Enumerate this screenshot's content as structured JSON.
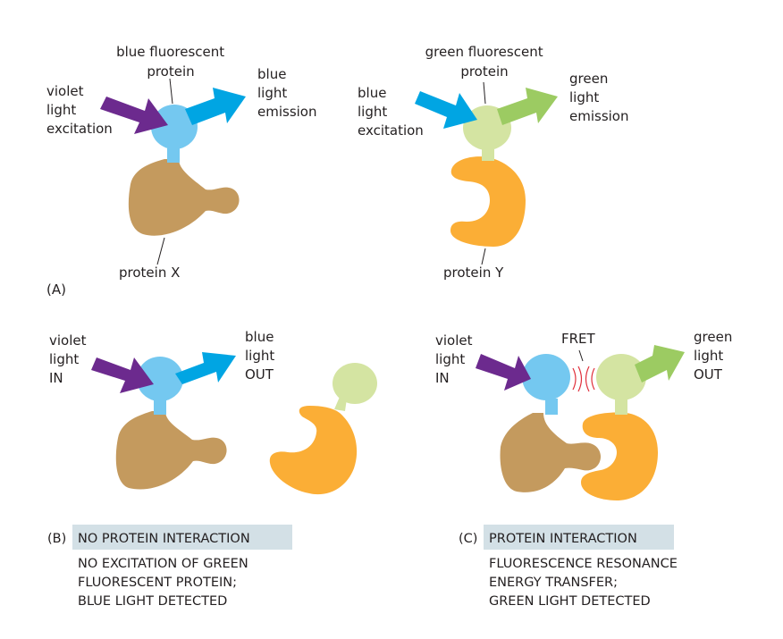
{
  "panelA": {
    "label": "(A)",
    "left": {
      "fp_label": [
        "blue fluorescent",
        "protein"
      ],
      "excitation_label": [
        "violet",
        "light",
        "excitation"
      ],
      "emission_label": [
        "blue",
        "light",
        "emission"
      ],
      "protein_label": "protein X"
    },
    "right": {
      "fp_label": [
        "green fluorescent",
        "protein"
      ],
      "excitation_label": [
        "blue",
        "light",
        "excitation"
      ],
      "emission_label": [
        "green",
        "light",
        "emission"
      ],
      "protein_label": "protein Y"
    }
  },
  "panelB": {
    "label": "(B)",
    "in_label": [
      "violet",
      "light",
      "IN"
    ],
    "out_label": [
      "blue",
      "light",
      "OUT"
    ],
    "caption_title": "NO PROTEIN INTERACTION",
    "caption_body": [
      "NO EXCITATION OF GREEN",
      "FLUORESCENT PROTEIN;",
      "BLUE LIGHT DETECTED"
    ]
  },
  "panelC": {
    "label": "(C)",
    "in_label": [
      "violet",
      "light",
      "IN"
    ],
    "fret_label": "FRET",
    "out_label": [
      "green",
      "light",
      "OUT"
    ],
    "caption_title": "PROTEIN INTERACTION",
    "caption_body": [
      "FLUORESCENCE RESONANCE",
      "ENERGY TRANSFER;",
      "GREEN LIGHT DETECTED"
    ]
  },
  "colors": {
    "violet": "#6c2a8e",
    "blue_arrow": "#00a5e3",
    "bfp": "#74c8f0",
    "gfp": "#d4e4a2",
    "green_arrow": "#9ccb62",
    "protein_x": "#c49a5e",
    "protein_y": "#fbae36",
    "fret": "#e0303c",
    "caption_bg": "#d3e0e6"
  }
}
